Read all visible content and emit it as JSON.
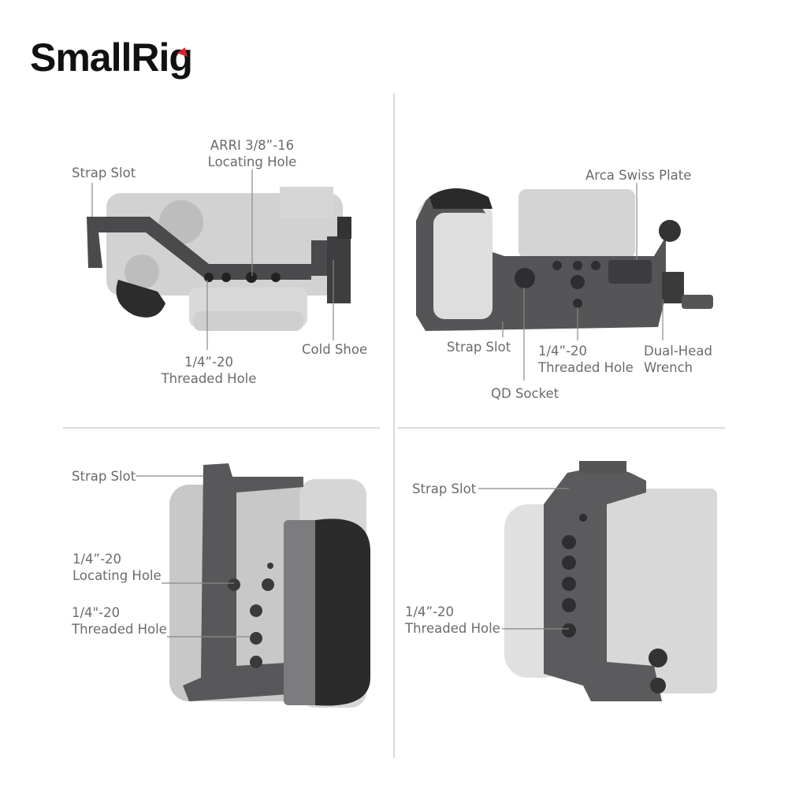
{
  "brand": {
    "logo_text": "SmallRig",
    "accent_color": "#e0202a"
  },
  "panels": {
    "top_left": {
      "labels": {
        "strap_slot": "Strap Slot",
        "arri_line1": "ARRI 3/8”-16",
        "arri_line2": "Locating Hole",
        "threaded_line1": "1/4”-20",
        "threaded_line2": "Threaded Hole",
        "cold_shoe": "Cold Shoe"
      }
    },
    "top_right": {
      "labels": {
        "arca": "Arca Swiss Plate",
        "strap_slot": "Strap Slot",
        "threaded_line1": "1/4”-20",
        "threaded_line2": "Threaded Hole",
        "wrench_line1": "Dual-Head",
        "wrench_line2": "Wrench",
        "qd_socket": "QD Socket"
      }
    },
    "bottom_left": {
      "labels": {
        "strap_slot": "Strap Slot",
        "locating_line1": "1/4”-20",
        "locating_line2": "Locating Hole",
        "threaded_line1": "1/4\"-20",
        "threaded_line2": "Threaded Hole"
      }
    },
    "bottom_right": {
      "labels": {
        "strap_slot": "Strap Slot",
        "threaded_line1": "1/4”-20",
        "threaded_line2": "Threaded Hole"
      }
    }
  },
  "colors": {
    "cage": "#4a4a4c",
    "camera": "#c9c9c9",
    "label": "#6b6b6b",
    "divider": "#cfcfcf"
  }
}
